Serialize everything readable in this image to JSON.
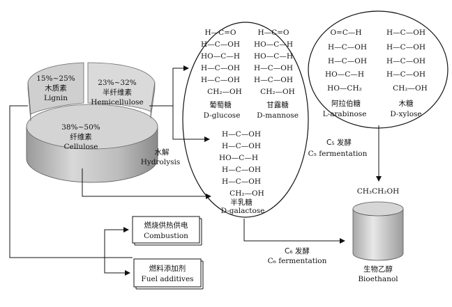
{
  "pie": {
    "lignin": {
      "percent": "15%~25%",
      "cn": "木质素",
      "en": "Lignin"
    },
    "hemicellulose": {
      "percent": "23%~32%",
      "cn": "半纤维素",
      "en": "Hemicellulose"
    },
    "cellulose": {
      "percent": "38%~50%",
      "cn": "纤维素",
      "en": "Cellulose"
    }
  },
  "hydrolysis": {
    "cn": "水解",
    "en": "Hydrolysis"
  },
  "glucose": {
    "rows": [
      "H—C=O",
      "H—C—OH",
      "HO—C—H",
      "H—C—OH",
      "H—C—OH",
      "CH₂—OH"
    ],
    "cn": "葡萄糖",
    "en": "D-glucose"
  },
  "mannose": {
    "rows": [
      "H—C=O",
      "HO—C—H",
      "HO—C—H",
      "H—C—OH",
      "H—C—OH",
      "CH₂—OH"
    ],
    "cn": "甘露糖",
    "en": "D-mannose"
  },
  "galactose": {
    "rows": [
      "H—C—OH",
      "H—C—OH",
      "HO—C—H",
      "H—C—OH",
      "H—C—OH",
      "CH₂—OH"
    ],
    "cn": "半乳糖",
    "en": "D-galactose"
  },
  "arabinose": {
    "rows": [
      "O=C—H",
      "H—C—OH",
      "H—C—OH",
      "HO—C—H",
      "HO—CH₂"
    ],
    "cn": "阿拉伯糖",
    "en": "L-arabinose"
  },
  "xylose": {
    "rows": [
      "H—C—OH",
      "H—C—OH",
      "H—C—OH",
      "H—C—OH",
      "CH₂—OH"
    ],
    "cn": "木糖",
    "en": "D-xylose"
  },
  "c5_fermentation": {
    "cn": "C₅ 发酵",
    "en": "C₅ fermentation"
  },
  "c6_fermentation": {
    "cn": "C₆ 发酵",
    "en": "C₆ fermentation"
  },
  "ethanol_formula": "CH₃CH₂OH",
  "bioethanol": {
    "cn": "生物乙醇",
    "en": "Bioethanol"
  },
  "combustion": {
    "cn": "燃烧供热供电",
    "en": "Combustion"
  },
  "fuel_additives": {
    "cn": "燃料添加剂",
    "en": "Fuel additives"
  }
}
